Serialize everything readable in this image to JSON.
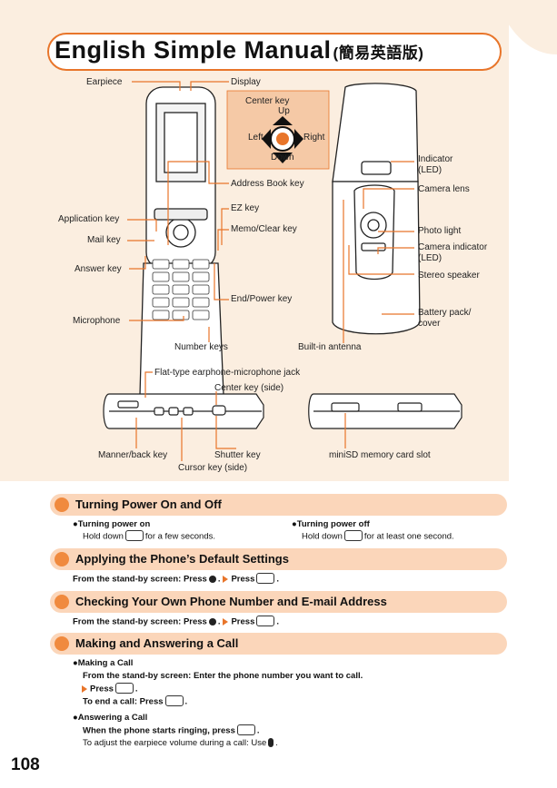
{
  "title": {
    "main": "English Simple Manual",
    "sub": "(簡易英語版)"
  },
  "labels": {
    "earpiece": "Earpiece",
    "display": "Display",
    "center_key": "Center key",
    "up": "Up",
    "left": "Left",
    "right": "Right",
    "down": "Down",
    "address_book_key": "Address Book key",
    "application_key": "Application key",
    "ez_key": "EZ key",
    "mail_key": "Mail key",
    "memo_clear_key": "Memo/Clear key",
    "answer_key": "Answer key",
    "end_power_key": "End/Power key",
    "microphone": "Microphone",
    "number_keys": "Number keys",
    "built_in_antenna": "Built-in antenna",
    "indicator": "Indicator (LED)",
    "camera_lens": "Camera lens",
    "photo_light": "Photo light",
    "camera_indicator": "Camera indicator (LED)",
    "stereo_speaker": "Stereo speaker",
    "battery_pack": "Battery pack/ cover",
    "flat_jack": "Flat-type earphone-microphone jack",
    "center_key_side": "Center key (side)",
    "manner_back_key": "Manner/back key",
    "shutter_key": "Shutter key",
    "cursor_key_side": "Cursor key (side)",
    "minisd_slot": "miniSD memory card slot"
  },
  "sections": {
    "power": {
      "title": "Turning Power On and Off",
      "on_head": "●Turning power on",
      "on_pre": "Hold down",
      "on_post": "for a few seconds.",
      "off_head": "●Turning power off",
      "off_pre": "Hold down",
      "off_post": "for at least one second."
    },
    "defaults": {
      "title": "Applying the Phone’s Default Settings",
      "pre": "From the stand-by screen: Press",
      "mid": ".",
      "press": "Press",
      "end": "."
    },
    "number": {
      "title": "Checking Your Own Phone Number and E-mail Address",
      "pre": "From the stand-by screen: Press",
      "mid": ".",
      "press": "Press",
      "end": "."
    },
    "call": {
      "title": "Making and Answering a Call",
      "make_head": "●Making a Call",
      "make_line1": "From the stand-by screen: Enter the phone number you want to call.",
      "make_press": "Press",
      "make_press_end": ".",
      "end_pre": "To end a call: Press",
      "end_post": ".",
      "answer_head": "●Answering a Call",
      "answer_pre": "When the phone starts ringing, press",
      "answer_post": ".",
      "volume_pre": "To adjust the earpiece volume during a call: Use",
      "volume_post": "."
    }
  },
  "page_number": "108",
  "colors": {
    "accent": "#e8752a",
    "panel": "#fbeee0",
    "bar": "#fbd6ba",
    "dot": "#f08a3e"
  }
}
